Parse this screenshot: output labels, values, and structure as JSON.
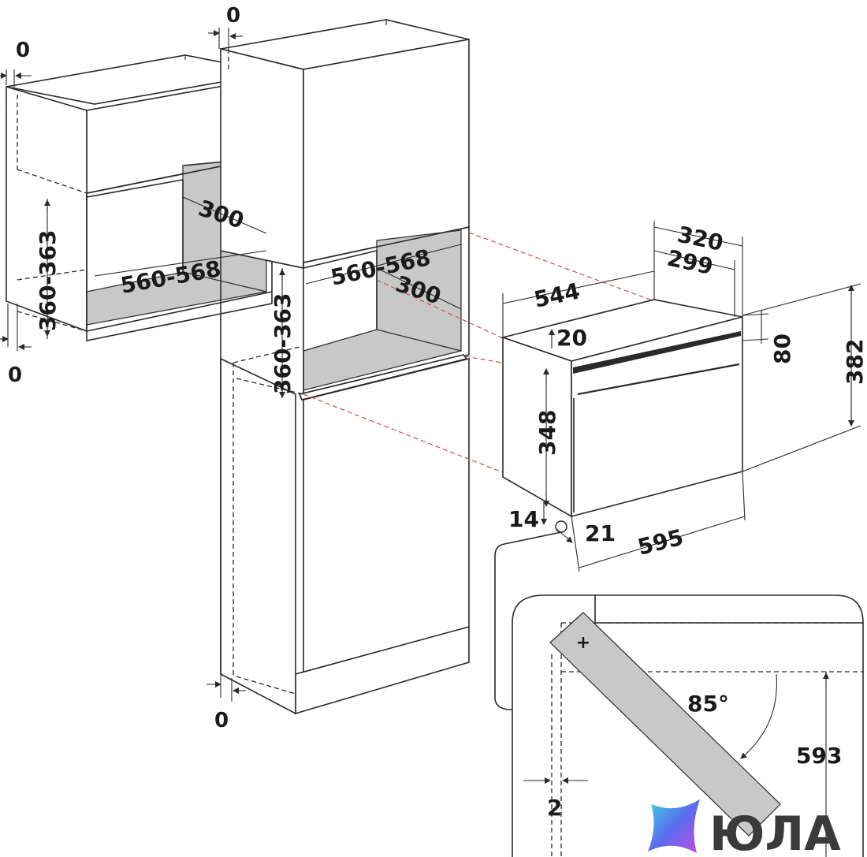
{
  "dimensions": {
    "top_left_gap": "0",
    "top_center_gap": "0",
    "bottom_left_gap": "0",
    "bottom_center_gap": "0",
    "left_niche_height": "360-363",
    "left_niche_width": "560-568",
    "left_niche_depth": "300",
    "center_niche_height": "360-363",
    "center_niche_width": "560-568",
    "center_niche_depth": "300",
    "appliance_depth_outer": "320",
    "appliance_depth_inner": "299",
    "appliance_body_width": "544",
    "appliance_top_offset": "20",
    "appliance_body_height": "348",
    "appliance_panel_height": "80",
    "appliance_total_height": "382",
    "appliance_bottom_offset": "14",
    "appliance_side_offset": "21",
    "appliance_front_width": "595"
  },
  "detail": {
    "angle": "85°",
    "door_height": "593",
    "clearance": "2"
  },
  "brand": {
    "name": "ЮЛА",
    "colors": [
      "#3ad8e0",
      "#5a6cf0",
      "#c04be0"
    ]
  }
}
